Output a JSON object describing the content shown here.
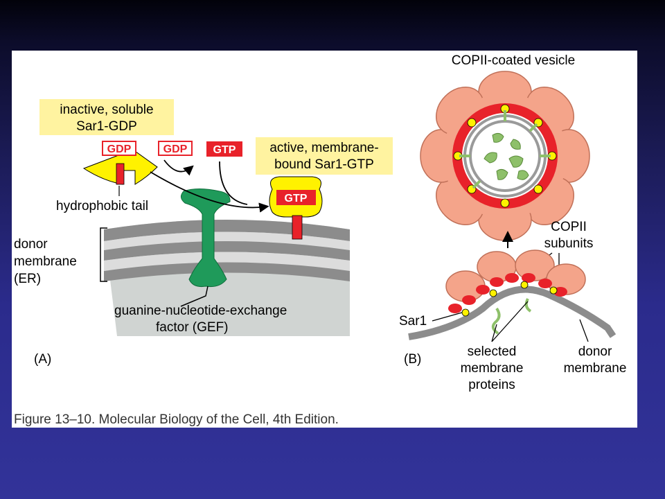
{
  "figure": {
    "panel_a": {
      "tag": "(A)",
      "inactive_label_line1": "inactive, soluble",
      "inactive_label_line2": "Sar1-GDP",
      "active_label_line1": "active, membrane-",
      "active_label_line2": "bound Sar1-GTP",
      "gdp_text": "GDP",
      "gtp_text": "GTP",
      "hydrophobic_tail_label": "hydrophobic tail",
      "donor_membrane_line1": "donor",
      "donor_membrane_line2": "membrane",
      "donor_membrane_line3": "(ER)",
      "gef_line1": "guanine-nucleotide-exchange",
      "gef_line2": "factor (GEF)"
    },
    "panel_b": {
      "tag": "(B)",
      "vesicle_title": "COPII-coated vesicle",
      "copii_line1": "COPII",
      "copii_line2": "subunits",
      "sar1_label": "Sar1",
      "selected_line1": "selected",
      "selected_line2": "membrane",
      "selected_line3": "proteins",
      "donor_line1": "donor",
      "donor_line2": "membrane"
    },
    "caption": "Figure 13–10. Molecular Biology of the Cell, 4th Edition.",
    "colors": {
      "label_box": "#fff3a0",
      "sar1_yellow": "#fff200",
      "gtp_red": "#e8222a",
      "gef_green": "#1f9a5a",
      "membrane_gray": "#9a9a9a",
      "copii_salmon": "#f4a48a",
      "cargo_green": "#8ec06a"
    }
  }
}
